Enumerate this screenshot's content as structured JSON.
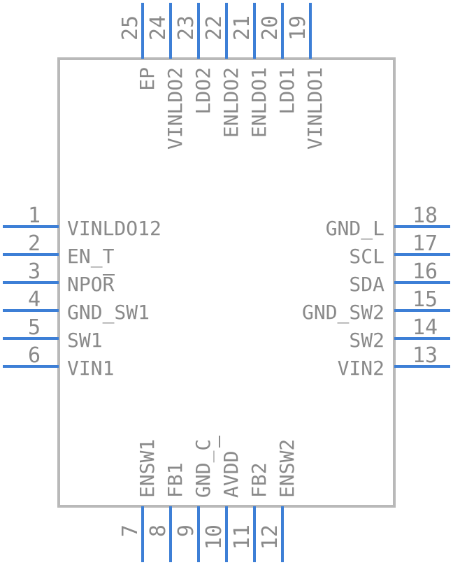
{
  "component": {
    "colors": {
      "pin": "#3d7fd6",
      "body": "#b9b9b9",
      "text": "#8a8a8a"
    },
    "top_pins": [
      {
        "number": "25",
        "name": "EP"
      },
      {
        "number": "24",
        "name": "VINLDO2"
      },
      {
        "number": "23",
        "name": "LDO2"
      },
      {
        "number": "22",
        "name": "ENLDO2"
      },
      {
        "number": "21",
        "name": "ENLDO1"
      },
      {
        "number": "20",
        "name": "LDO1"
      },
      {
        "number": "19",
        "name": "VINLDO1"
      }
    ],
    "left_pins": [
      {
        "number": "1",
        "name": "VINLDO12"
      },
      {
        "number": "2",
        "name": "EN_T"
      },
      {
        "number": "3",
        "name": "NPOR"
      },
      {
        "number": "4",
        "name": "GND_SW1"
      },
      {
        "number": "5",
        "name": "SW1"
      },
      {
        "number": "6",
        "name": "VIN1"
      }
    ],
    "right_pins": [
      {
        "number": "18",
        "name": "GND_L"
      },
      {
        "number": "17",
        "name": "SCL"
      },
      {
        "number": "16",
        "name": "SDA"
      },
      {
        "number": "15",
        "name": "GND_SW2"
      },
      {
        "number": "14",
        "name": "SW2"
      },
      {
        "number": "13",
        "name": "VIN2"
      }
    ],
    "bottom_pins": [
      {
        "number": "7",
        "name": "ENSW1"
      },
      {
        "number": "8",
        "name": "FB1"
      },
      {
        "number": "9",
        "name": "GND_C"
      },
      {
        "number": "10",
        "name": "AVDD"
      },
      {
        "number": "11",
        "name": "FB2"
      },
      {
        "number": "12",
        "name": "ENSW2"
      }
    ]
  }
}
